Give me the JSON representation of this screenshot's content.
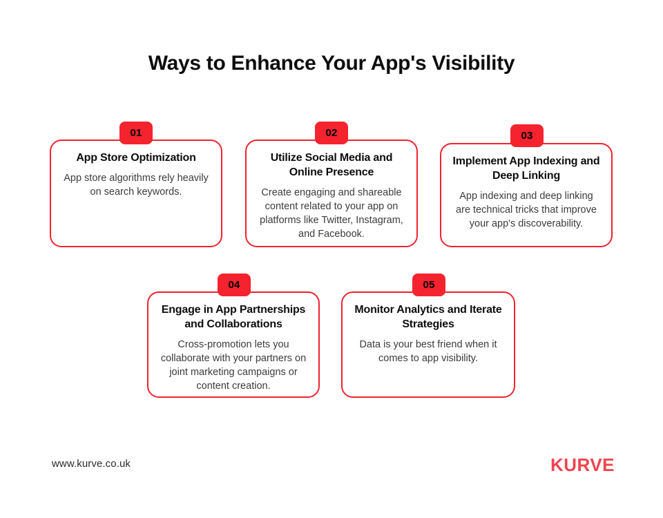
{
  "page": {
    "title": "Ways to Enhance Your App's Visibility",
    "accent_color": "#f0232f",
    "badge_color": "#f4232e",
    "logo_color": "#f04450",
    "background_color": "#ffffff"
  },
  "cards": [
    {
      "number": "01",
      "title": "App Store Optimization",
      "body": "App store algorithms rely heavily on search keywords."
    },
    {
      "number": "02",
      "title": "Utilize Social Media and Online Presence",
      "body": "Create engaging and shareable content related to your app on platforms like Twitter, Instagram, and Facebook."
    },
    {
      "number": "03",
      "title": "Implement App Indexing and Deep Linking",
      "body": "App indexing and deep linking are technical tricks that improve your app's discoverability."
    },
    {
      "number": "04",
      "title": "Engage in App Partnerships and Collaborations",
      "body": "Cross-promotion lets you collaborate with your partners on joint marketing campaigns or content creation."
    },
    {
      "number": "05",
      "title": "Monitor Analytics and Iterate Strategies",
      "body": "Data is your best friend when it comes to app visibility."
    }
  ],
  "footer": {
    "url": "www.kurve.co.uk",
    "logo": "KURVE"
  }
}
